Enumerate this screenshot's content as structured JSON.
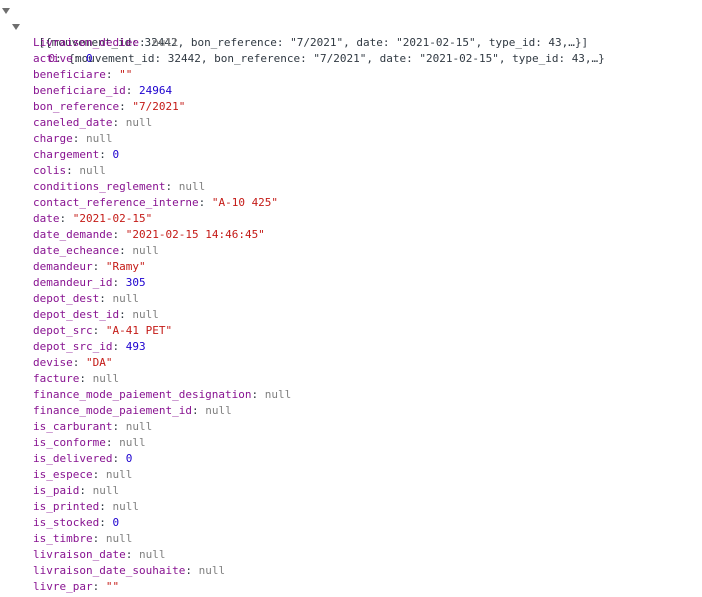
{
  "root_summary": "[{mouvement_id: 32442, bon_reference: \"7/2021\", date: \"2021-02-15\", type_id: 43,…}]",
  "item": {
    "index": "0",
    "summary": "{mouvement_id: 32442, bon_reference: \"7/2021\", date: \"2021-02-15\", type_id: 43,…}"
  },
  "properties": [
    {
      "key": "Livraison_dediee",
      "value": "null",
      "type": "null"
    },
    {
      "key": "active",
      "value": "0",
      "type": "number"
    },
    {
      "key": "beneficiare",
      "value": "\"\"",
      "type": "string"
    },
    {
      "key": "beneficiare_id",
      "value": "24964",
      "type": "number"
    },
    {
      "key": "bon_reference",
      "value": "\"7/2021\"",
      "type": "string"
    },
    {
      "key": "caneled_date",
      "value": "null",
      "type": "null"
    },
    {
      "key": "charge",
      "value": "null",
      "type": "null"
    },
    {
      "key": "chargement",
      "value": "0",
      "type": "number"
    },
    {
      "key": "colis",
      "value": "null",
      "type": "null"
    },
    {
      "key": "conditions_reglement",
      "value": "null",
      "type": "null"
    },
    {
      "key": "contact_reference_interne",
      "value": "\"A-10 425\"",
      "type": "string"
    },
    {
      "key": "date",
      "value": "\"2021-02-15\"",
      "type": "string"
    },
    {
      "key": "date_demande",
      "value": "\"2021-02-15 14:46:45\"",
      "type": "string"
    },
    {
      "key": "date_echeance",
      "value": "null",
      "type": "null"
    },
    {
      "key": "demandeur",
      "value": "\"Ramy\"",
      "type": "string"
    },
    {
      "key": "demandeur_id",
      "value": "305",
      "type": "number"
    },
    {
      "key": "depot_dest",
      "value": "null",
      "type": "null"
    },
    {
      "key": "depot_dest_id",
      "value": "null",
      "type": "null"
    },
    {
      "key": "depot_src",
      "value": "\"A-41 PET\"",
      "type": "string"
    },
    {
      "key": "depot_src_id",
      "value": "493",
      "type": "number"
    },
    {
      "key": "devise",
      "value": "\"DA\"",
      "type": "string"
    },
    {
      "key": "facture",
      "value": "null",
      "type": "null"
    },
    {
      "key": "finance_mode_paiement_designation",
      "value": "null",
      "type": "null"
    },
    {
      "key": "finance_mode_paiement_id",
      "value": "null",
      "type": "null"
    },
    {
      "key": "is_carburant",
      "value": "null",
      "type": "null"
    },
    {
      "key": "is_conforme",
      "value": "null",
      "type": "null"
    },
    {
      "key": "is_delivered",
      "value": "0",
      "type": "number"
    },
    {
      "key": "is_espece",
      "value": "null",
      "type": "null"
    },
    {
      "key": "is_paid",
      "value": "null",
      "type": "null"
    },
    {
      "key": "is_printed",
      "value": "null",
      "type": "null"
    },
    {
      "key": "is_stocked",
      "value": "0",
      "type": "number"
    },
    {
      "key": "is_timbre",
      "value": "null",
      "type": "null"
    },
    {
      "key": "livraison_date",
      "value": "null",
      "type": "null"
    },
    {
      "key": "livraison_date_souhaite",
      "value": "null",
      "type": "null"
    },
    {
      "key": "livre_par",
      "value": "\"\"",
      "type": "string"
    }
  ]
}
